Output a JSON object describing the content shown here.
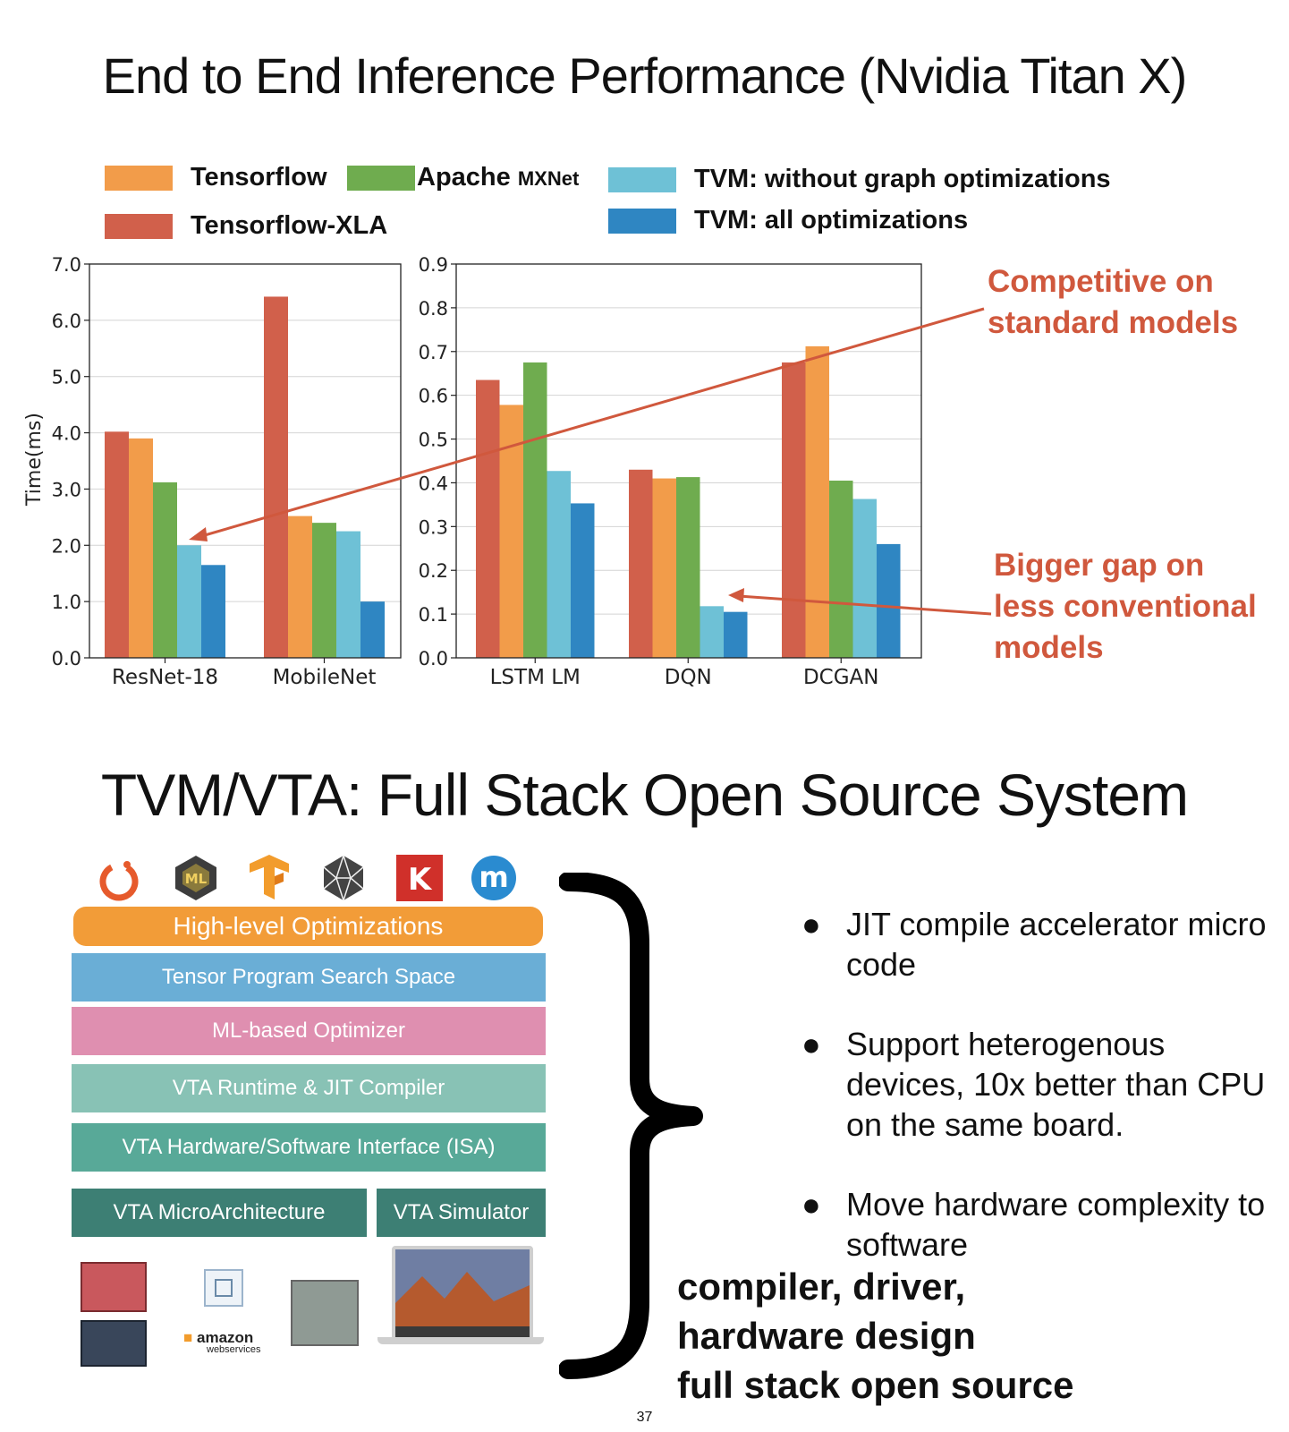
{
  "titles": {
    "top": "End to End Inference Performance (Nvidia Titan X)",
    "bottom": "TVM/VTA: Full Stack Open Source System"
  },
  "legend": {
    "tensorflow": "Tensorflow",
    "mxnet_main": "Apache ",
    "mxnet_small": "MXNet",
    "tvm_nograph": "TVM: without graph optimizations",
    "xla": "Tensorflow-XLA",
    "tvm_all": "TVM: all optimizations"
  },
  "colors": {
    "Tensorflow-XLA": "#d1604b",
    "Tensorflow": "#f29c4a",
    "Apache MXNet": "#6fac4f",
    "TVM: without graph optimizations": "#6ec1d6",
    "TVM: all optimizations": "#2f86c2",
    "annotation": "#d0583d"
  },
  "chart_data": [
    {
      "type": "bar",
      "categories": [
        "ResNet-18",
        "MobileNet"
      ],
      "ylabel": "Time(ms)",
      "ylim": [
        0,
        7
      ],
      "yticks": [
        "0.0",
        "1.0",
        "2.0",
        "3.0",
        "4.0",
        "5.0",
        "6.0",
        "7.0"
      ],
      "grid": true,
      "series": [
        {
          "name": "Tensorflow-XLA",
          "values": [
            4.02,
            6.42
          ]
        },
        {
          "name": "Tensorflow",
          "values": [
            3.9,
            2.52
          ]
        },
        {
          "name": "Apache MXNet",
          "values": [
            3.12,
            2.4
          ]
        },
        {
          "name": "TVM: without graph optimizations",
          "values": [
            2.0,
            2.25
          ]
        },
        {
          "name": "TVM: all optimizations",
          "values": [
            1.65,
            1.0
          ]
        }
      ]
    },
    {
      "type": "bar",
      "categories": [
        "LSTM LM",
        "DQN",
        "DCGAN"
      ],
      "ylim": [
        0,
        0.9
      ],
      "yticks": [
        "0.0",
        "0.1",
        "0.2",
        "0.3",
        "0.4",
        "0.5",
        "0.6",
        "0.7",
        "0.8",
        "0.9"
      ],
      "grid": true,
      "series": [
        {
          "name": "Tensorflow-XLA",
          "values": [
            0.635,
            0.43,
            0.675
          ]
        },
        {
          "name": "Tensorflow",
          "values": [
            0.578,
            0.41,
            0.712
          ]
        },
        {
          "name": "Apache MXNet",
          "values": [
            0.675,
            0.413,
            0.405
          ]
        },
        {
          "name": "TVM: without graph optimizations",
          "values": [
            0.427,
            0.118,
            0.363
          ]
        },
        {
          "name": "TVM: all optimizations",
          "values": [
            0.353,
            0.105,
            0.26
          ]
        }
      ]
    }
  ],
  "annotations": {
    "competitive": [
      "Competitive on",
      "standard models"
    ],
    "bigger_gap": [
      "Bigger gap on",
      "less conventional",
      "models"
    ]
  },
  "framework_logos": [
    "pytorch-icon",
    "coreml-icon",
    "tensorflow-icon",
    "onnx-icon",
    "keras-icon",
    "mxnet-icon"
  ],
  "logo_letters": {
    "keras": "K",
    "mxnet": "m",
    "coreml": "ML"
  },
  "stack": {
    "high_level": "High-level Optimizations",
    "search_space": "Tensor Program Search Space",
    "ml_optimizer": "ML-based Optimizer",
    "runtime": "VTA Runtime & JIT Compiler",
    "isa": "VTA Hardware/Software Interface (ISA)",
    "microarch": "VTA MicroArchitecture",
    "simulator": "VTA Simulator"
  },
  "amazon": {
    "main": "amazon",
    "sub": "webservices"
  },
  "bullets": [
    "JIT compile accelerator micro code",
    "Support heterogenous devices, 10x better than CPU on the same board.",
    "Move hardware complexity to software"
  ],
  "bottom_lines": [
    "compiler, driver,",
    "hardware design",
    "full stack open source"
  ],
  "page_number": "37"
}
